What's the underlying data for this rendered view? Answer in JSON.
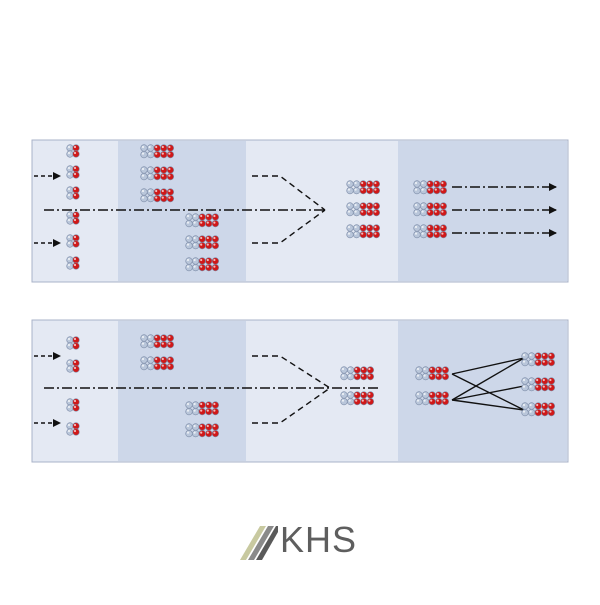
{
  "brand": {
    "name": "KHS",
    "logo_icon": "khs-stripes-logo-icon",
    "text_color": "#5e5e5e",
    "stripe_colors": [
      "#c8c9a0",
      "#8a8a8a",
      "#5a5a5a"
    ]
  },
  "colors": {
    "panel_light": "#e4e9f3",
    "panel_dark": "#cdd7e9",
    "panel_border": "#a9b3c8",
    "line": "#111111",
    "bottle_blue": "#b9c6da",
    "bottle_red": "#d01818"
  },
  "diagrams": [
    {
      "name": "diagram-top",
      "description_icons": [
        "container-pack-icon",
        "arrow-icon"
      ]
    },
    {
      "name": "diagram-bottom",
      "description_icons": [
        "container-pack-icon",
        "arrow-icon"
      ]
    }
  ]
}
